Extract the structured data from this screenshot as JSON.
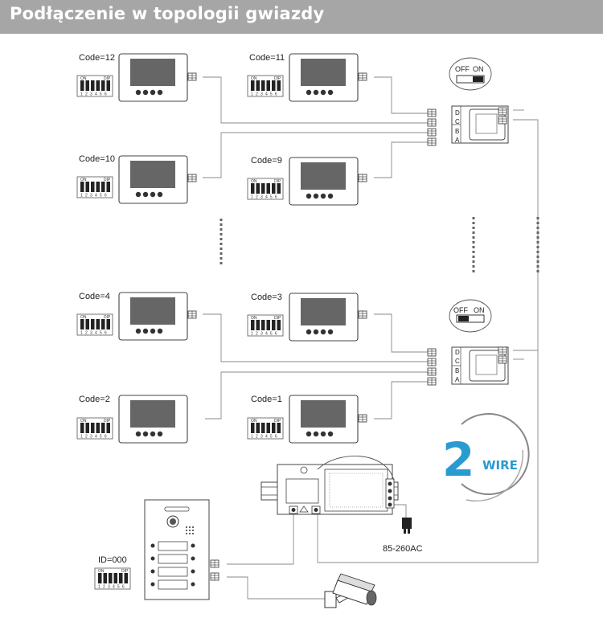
{
  "title": "Podłączenie w topologii gwiazdy",
  "monitors": [
    {
      "code": "Code=12"
    },
    {
      "code": "Code=11"
    },
    {
      "code": "Code=10"
    },
    {
      "code": "Code=9"
    },
    {
      "code": "Code=4"
    },
    {
      "code": "Code=3"
    },
    {
      "code": "Code=2"
    },
    {
      "code": "Code=1"
    }
  ],
  "switch_labels": {
    "off": "OFF",
    "on": "ON"
  },
  "distributor_terminals": [
    "A",
    "B",
    "C",
    "D"
  ],
  "dip_labels": {
    "on": "ON",
    "dip": "DIP",
    "numbers": [
      "1",
      "2",
      "3",
      "4",
      "5",
      "6"
    ]
  },
  "door_station": {
    "id": "ID=000"
  },
  "power_supply": {
    "voltage": "85-260AC"
  },
  "logo": {
    "number": "2",
    "text": "WIRE"
  },
  "colors": {
    "header": "#a6a6a6",
    "logo": "#2a9bd0",
    "line": "#8a8a8a"
  }
}
